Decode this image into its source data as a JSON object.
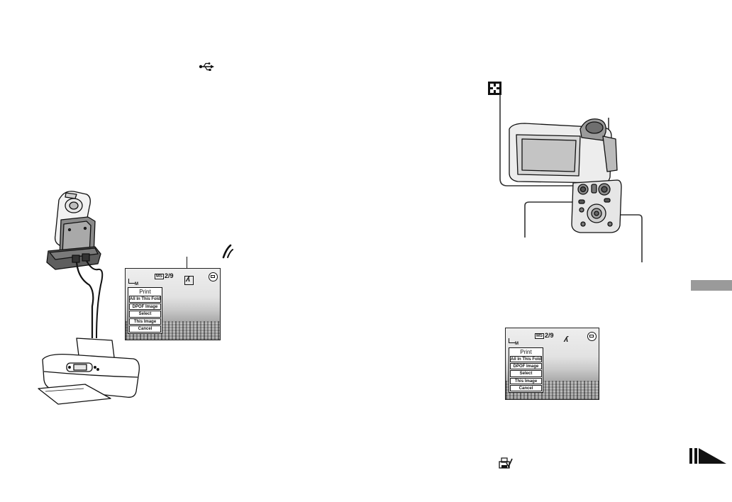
{
  "left_screen": {
    "counter": "2/9",
    "menu_title": "Print",
    "menu_items": [
      "All In This Folder",
      "DPOF Image",
      "Select",
      "This Image",
      "Cancel"
    ]
  },
  "right_screen": {
    "counter": "2/9",
    "menu_title": "Print",
    "menu_items": [
      "All In This Folder",
      "DPOF Image",
      "Select",
      "This Image",
      "Cancel"
    ]
  },
  "icons": {
    "usb": "usb-icon",
    "pictbridge": "pictbridge-icon",
    "index": "index-icon",
    "dpof_print": "dpof-print-icon",
    "continued": "continued-arrow-icon"
  }
}
